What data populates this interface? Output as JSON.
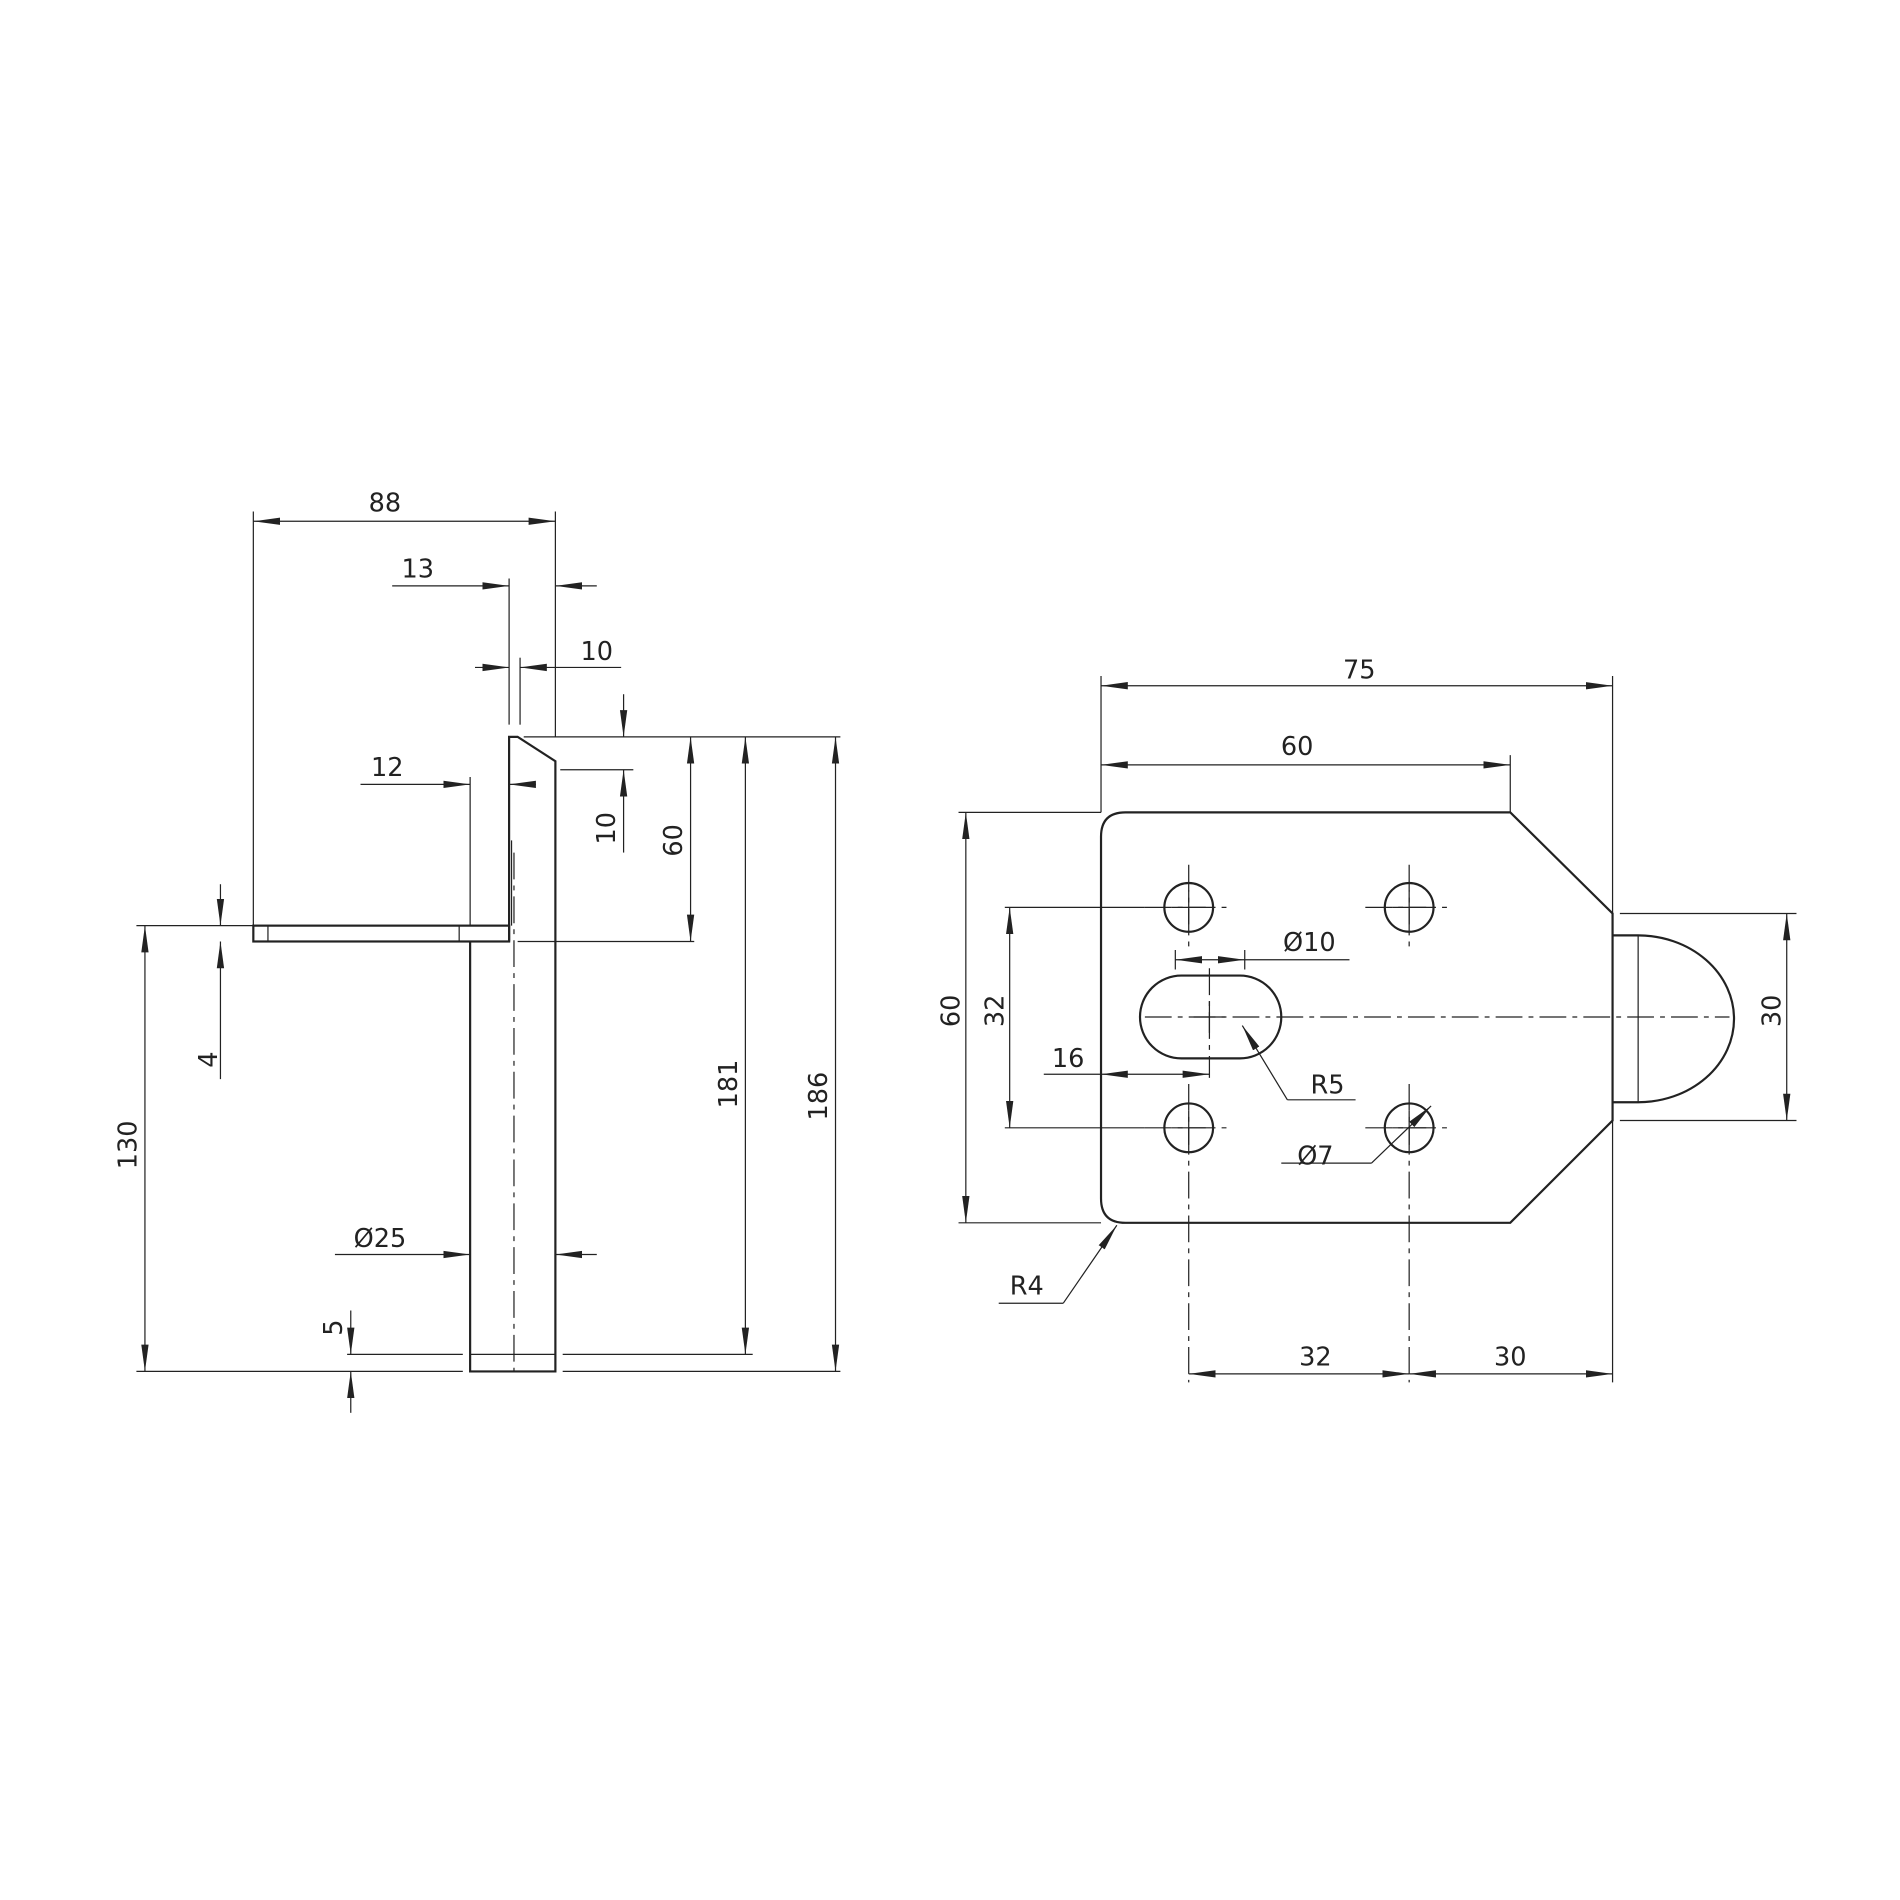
{
  "side_view": {
    "dim_88": "88",
    "dim_13": "13",
    "dim_10_top": "10",
    "dim_12": "12",
    "dim_10_chamfer": "10",
    "dim_60": "60",
    "dim_181": "181",
    "dim_186": "186",
    "dim_130": "130",
    "dim_4": "4",
    "dim_25": "Ø25",
    "dim_5": "5"
  },
  "front_view": {
    "dim_75": "75",
    "dim_60_width": "60",
    "dim_60_height": "60",
    "dim_32_vertical": "32",
    "dim_10_slot": "Ø10",
    "dim_16": "16",
    "dim_r5": "R5",
    "dim_7": "Ø7",
    "dim_r4": "R4",
    "dim_32_bottom": "32",
    "dim_30_bottom": "30",
    "dim_30_right": "30"
  }
}
